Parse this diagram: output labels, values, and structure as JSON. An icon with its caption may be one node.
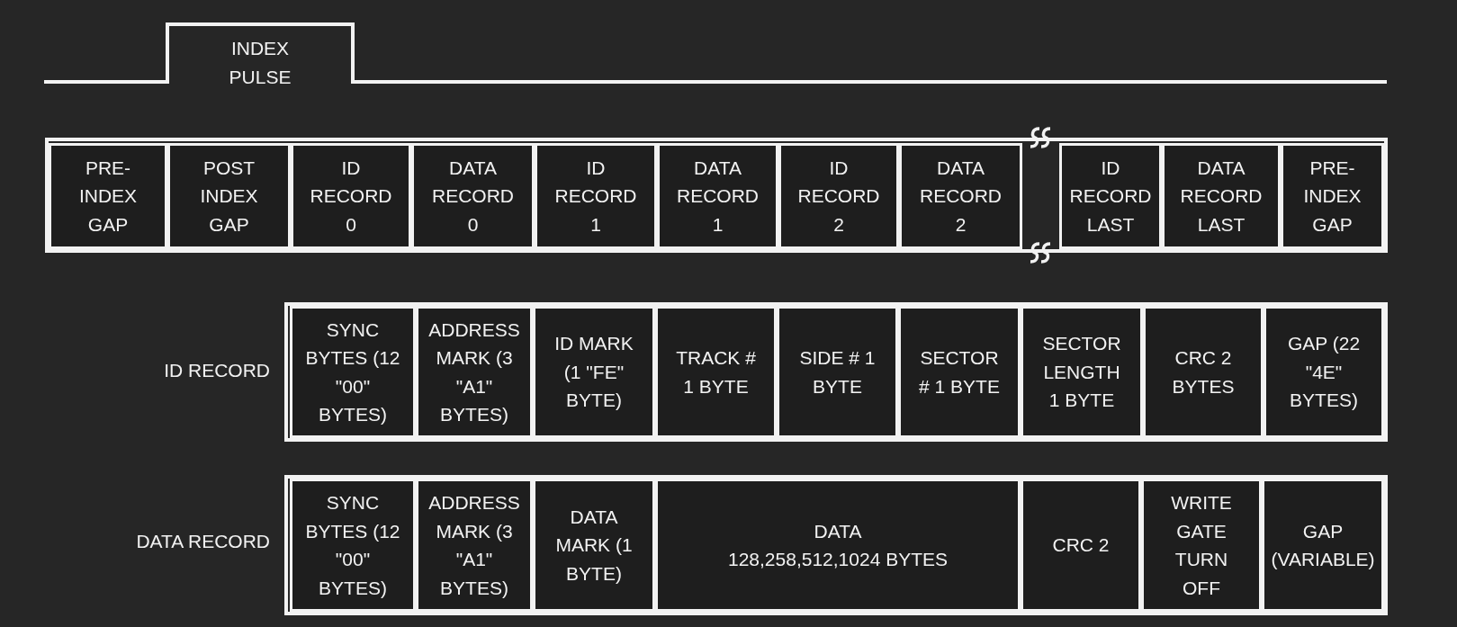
{
  "diagram": {
    "nodes": [
      {
        "text": [
          "PRE- INDEX GAP"
        ]
      },
      {
        "text": [
          "POST INDEX GAP"
        ]
      },
      {
        "text": [
          "ID RECORD 0"
        ]
      },
      {
        "text": [
          "DATA RECORD 0"
        ]
      },
      {
        "text": [
          "ID RECORD 1"
        ]
      },
      {
        "text": [
          "DATA RECORD 1"
        ]
      },
      {
        "text": [
          "ID RECORD 2"
        ]
      },
      {
        "text": [
          "DATA RECORD 2"
        ]
      },
      {
        "text": [
          "ID RECORD LAST"
        ]
      },
      {
        "text": [
          "DATA RECORD LAST"
        ]
      },
      {
        "text": [
          "PRE- INDEX GAP"
        ]
      },
      {
        "text": [
          "SYNC BYTES (12 \"00\" BYTES)"
        ]
      },
      {
        "text": [
          "ADDRESS MARK (3 \"A1\" BYTES)"
        ]
      },
      {
        "text": [
          "ID MARK (1 \"FE\" BYTE)"
        ]
      },
      {
        "text": [
          "TRACK # 1 BYTE"
        ]
      },
      {
        "text": [
          "SIDE # 1 BYTE"
        ]
      },
      {
        "text": [
          "SECTOR # 1 BYTE"
        ]
      },
      {
        "text": [
          "SECTOR LENGTH 1 BYTE"
        ]
      },
      {
        "text": [
          "CRC 2 BYTES"
        ]
      },
      {
        "text": [
          "GAP (22 \"4E\" BYTES)"
        ]
      },
      {
        "text": [
          "SYNC BYTES (12 \"00\" BYTES)"
        ]
      },
      {
        "text": [
          "ADDRESS MARK (3 \"A1\" BYTES)"
        ]
      },
      {
        "text": [
          "DATA MARK (1 BYTE)"
        ]
      },
      {
        "text": [
          "DATA",
          "128,258,512,1024 BYTES"
        ]
      },
      {
        "text": [
          "CRC 2"
        ]
      },
      {
        "text": [
          "WRITE GATE TURN OFF"
        ]
      },
      {
        "text": [
          "GAP (VARIABLE)"
        ]
      }
    ],
    "edges": [],
    "labels": [
      "INDEX PULSE",
      "ID RECORD",
      "DATA RECORD"
    ]
  }
}
